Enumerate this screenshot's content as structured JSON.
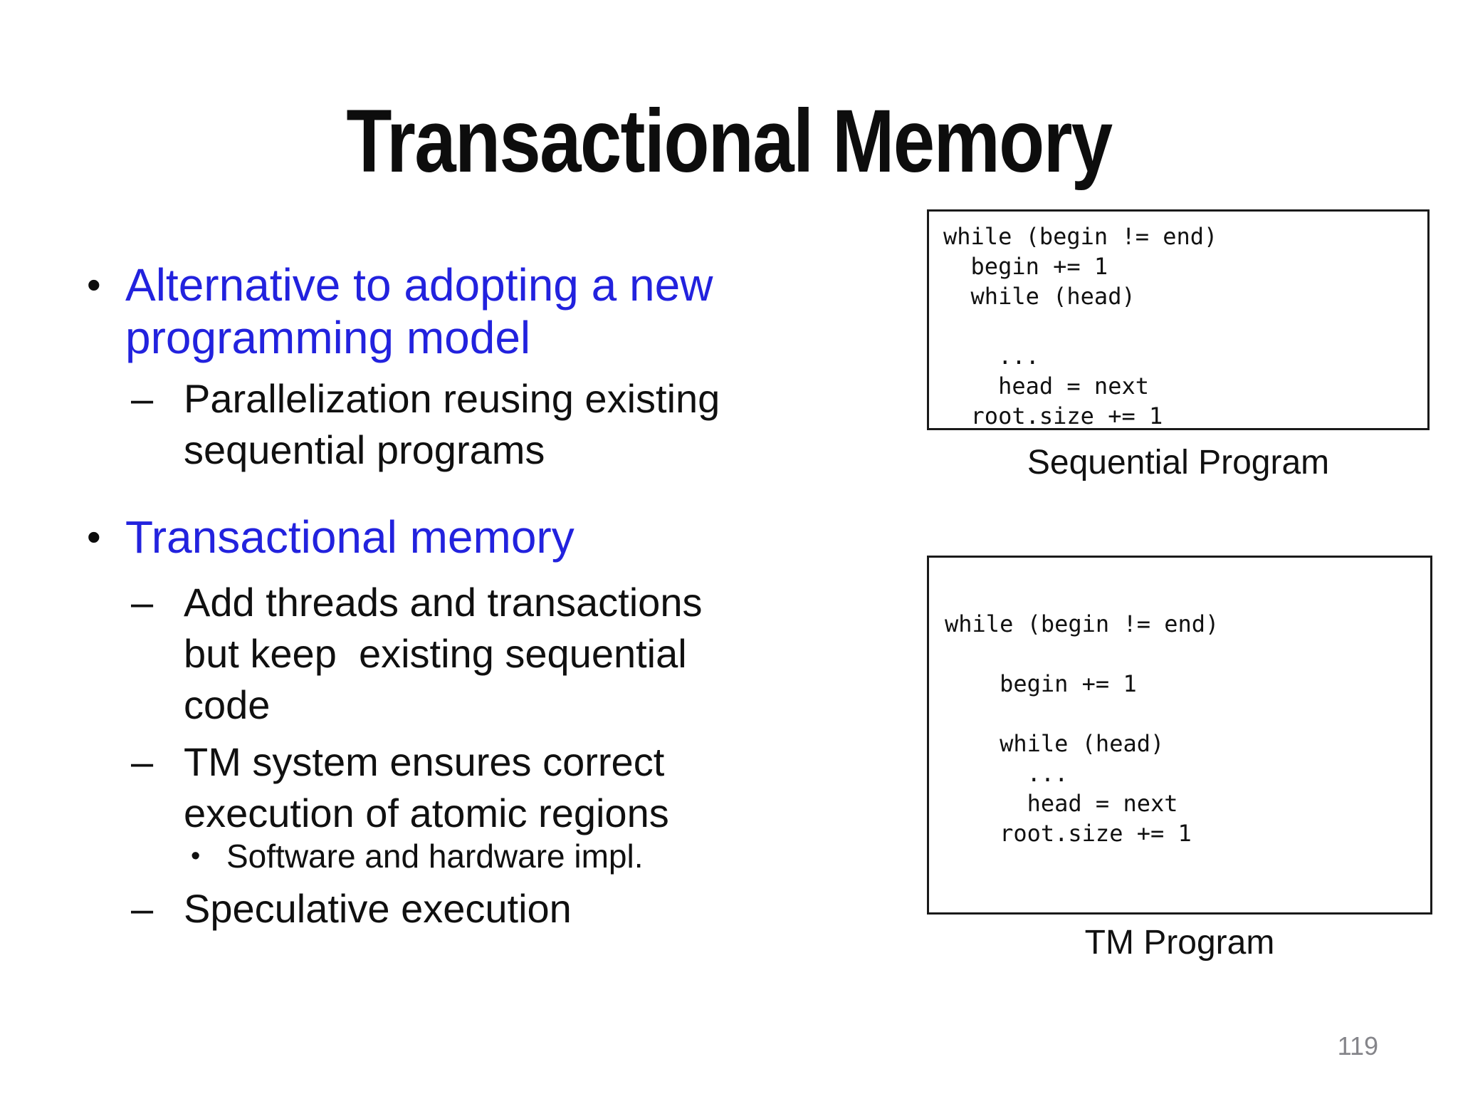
{
  "slide": {
    "title": "Transactional Memory",
    "accent_color": "#2222DE",
    "text_color": "#111111",
    "page_number": "119",
    "bullets": [
      {
        "marker": "•",
        "text": "Alternative to adopting a new\nprogramming model"
      },
      {
        "marker": "–",
        "text": "Parallelization reusing existing\nsequential programs"
      },
      {
        "marker": "•",
        "text": "Transactional memory"
      },
      {
        "marker": "–",
        "text": "Add threads and transactions\nbut keep  existing sequential\ncode"
      },
      {
        "marker": "–",
        "text": "TM system ensures correct\nexecution of atomic regions"
      },
      {
        "marker": "•",
        "text": "Software and hardware impl."
      },
      {
        "marker": "–",
        "text": "Speculative execution"
      }
    ],
    "code_panels": [
      {
        "code": "while (begin != end)\n  begin += 1\n  while (head)\n\n    ...\n    head = next\n  root.size += 1",
        "caption": "Sequential Program"
      },
      {
        "code": "while (begin != end)\n\n    begin += 1\n\n    while (head)\n      ...\n      head = next\n    root.size += 1",
        "caption": "TM Program"
      }
    ]
  }
}
